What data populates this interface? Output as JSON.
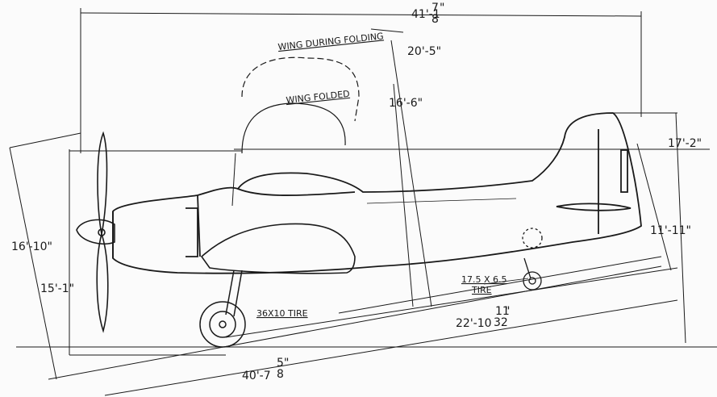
{
  "labels": {
    "wing_during_folding": "WING DURING FOLDING",
    "wing_folded": "WING FOLDED",
    "main_tire": "36X10 TIRE",
    "tail_tire_size": "17.5 X 6.5",
    "tail_tire_word": "TIRE"
  },
  "dimensions": {
    "overall_length": {
      "main": "41'-1",
      "num": "7",
      "den": "8",
      "unit": "\""
    },
    "height_wing_folding": "20'-5\"",
    "height_wing_folded": "16'-6\"",
    "tail_height": "17'-2\"",
    "tail_span": "11'-11\"",
    "prop_span": "16'-10\"",
    "gear_height": "15'-1\"",
    "wheelbase": {
      "main": "22'-10",
      "num": "11",
      "den": "32",
      "unit": "\""
    },
    "ground_length": {
      "main": "40'-7",
      "num": "5",
      "den": "8",
      "unit": "\""
    }
  }
}
